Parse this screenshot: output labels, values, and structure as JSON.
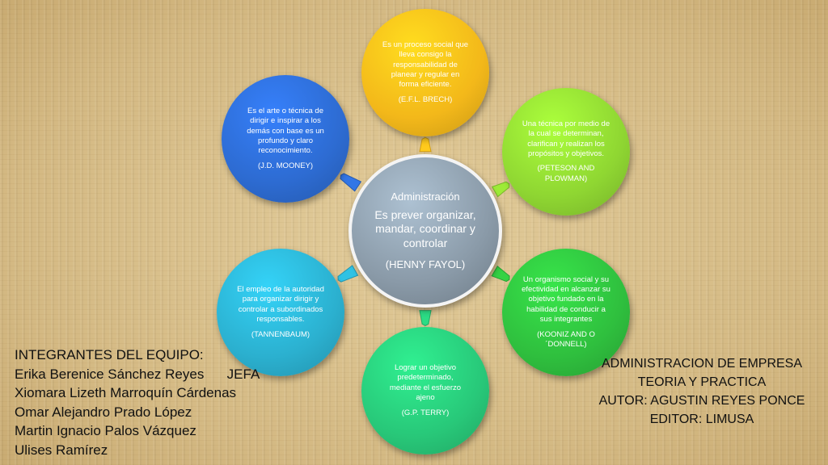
{
  "diagram": {
    "center": {
      "heading": "Administración",
      "text": "Es prever organizar, mandar, coordinar y controlar",
      "reference": "(HENNY FAYOL)",
      "color": "#8a9aa8"
    },
    "nodes": [
      {
        "id": "top",
        "text": "Es un proceso social que lleva consigo la responsabilidad de planear y regular en forma eficiente.",
        "reference": "(E.F.L. BRECH)",
        "color": "#f3b81a"
      },
      {
        "id": "upper-right",
        "text": "Una técnica por medio de la cual se determinan, clarifican y realizan los propósitos y objetivos.",
        "reference": "(PETESON AND PLOWMAN)",
        "color": "#8fd632"
      },
      {
        "id": "lower-right",
        "text": "Un organismo social y su efectividad en alcanzar su objetivo fundado en la habilidad de conducir a sus integrantes",
        "reference": "(KOONIZ AND O´DONNELL)",
        "color": "#2fbf3e"
      },
      {
        "id": "bottom",
        "text": "Lograr un objetivo predeterminado, mediante el esfuerzo ajeno",
        "reference": "(G.P. TERRY)",
        "color": "#28c879"
      },
      {
        "id": "lower-left",
        "text": "El empleo de la autoridad para organizar dirigir y controlar a subordinados responsables.",
        "reference": "(TANNENBAUM)",
        "color": "#2bb0cf"
      },
      {
        "id": "upper-left",
        "text": "Es el arte o técnica de dirigir e inspirar a los demás con base es un profundo y claro reconocimiento.",
        "reference": "(J.D. MOONEY)",
        "color": "#2d6bd1"
      }
    ]
  },
  "team": {
    "heading": "INTEGRANTES DEL EQUIPO:",
    "members": [
      "Erika Berenice Sánchez Reyes      JEFA",
      "Xiomara Lizeth Marroquín Cárdenas",
      "Omar Alejandro Prado López",
      "Martin Ignacio Palos Vázquez",
      "Ulises Ramírez"
    ]
  },
  "book": {
    "lines": [
      "ADMINISTRACION DE EMPRESA",
      "TEORIA Y PRACTICA",
      "AUTOR: AGUSTIN REYES PONCE",
      "EDITOR: LIMUSA"
    ]
  }
}
